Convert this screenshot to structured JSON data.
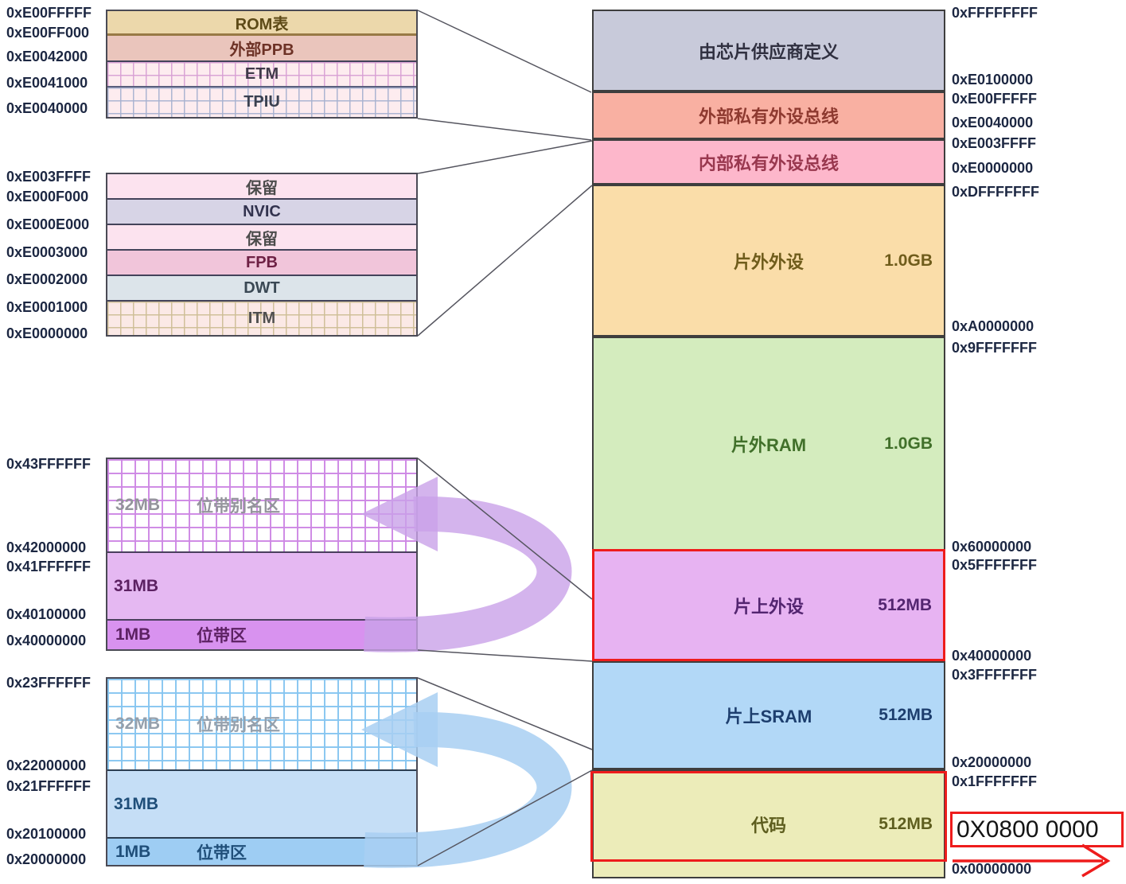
{
  "colors": {
    "highlight_red": "#ee1c1c",
    "bitband_arrow_purple": "#c9a1e9",
    "bitband_arrow_blue": "#a8cff2",
    "connector_gray": "#55555f"
  },
  "detail_external_ppb": {
    "rows": [
      {
        "label": "ROM表"
      },
      {
        "label": "外部PPB"
      },
      {
        "label": "ETM"
      },
      {
        "label": "TPIU"
      }
    ],
    "addresses": [
      "0xE00FFFFF",
      "0xE00FF000",
      "0xE0042000",
      "0xE0041000",
      "0xE0040000"
    ]
  },
  "detail_internal_ppb": {
    "rows": [
      {
        "label": "保留"
      },
      {
        "label": "NVIC"
      },
      {
        "label": "保留"
      },
      {
        "label": "FPB"
      },
      {
        "label": "DWT"
      },
      {
        "label": "ITM"
      }
    ],
    "addresses": [
      "0xE003FFFF",
      "0xE000F000",
      "0xE000E000",
      "0xE0003000",
      "0xE0002000",
      "0xE0001000",
      "0xE0000000"
    ]
  },
  "bitband_peripheral": {
    "alias_size": "32MB",
    "alias_label": "位带别名区",
    "middle_size": "31MB",
    "band_size": "1MB",
    "band_label": "位带区",
    "addresses": [
      "0x43FFFFFF",
      "0x42000000",
      "0x41FFFFFF",
      "0x40100000",
      "0x40000000"
    ]
  },
  "bitband_sram": {
    "alias_size": "32MB",
    "alias_label": "位带别名区",
    "middle_size": "31MB",
    "band_size": "1MB",
    "band_label": "位带区",
    "addresses": [
      "0x23FFFFFF",
      "0x22000000",
      "0x21FFFFFF",
      "0x20100000",
      "0x20000000"
    ]
  },
  "memory_map": {
    "regions": [
      {
        "label": "由芯片供应商定义",
        "size": ""
      },
      {
        "label": "外部私有外设总线",
        "size": ""
      },
      {
        "label": "内部私有外设总线",
        "size": ""
      },
      {
        "label": "片外外设",
        "size": "1.0GB"
      },
      {
        "label": "片外RAM",
        "size": "1.0GB"
      },
      {
        "label": "片上外设",
        "size": "512MB"
      },
      {
        "label": "片上SRAM",
        "size": "512MB"
      },
      {
        "label": "代码",
        "size": "512MB"
      }
    ],
    "addresses": [
      "0xFFFFFFFF",
      "0xE0100000",
      "0xE00FFFFF",
      "0xE0040000",
      "0xE003FFFF",
      "0xE0000000",
      "0xDFFFFFFF",
      "0xA0000000",
      "0x9FFFFFFF",
      "0x60000000",
      "0x5FFFFFFF",
      "0x40000000",
      "0x3FFFFFFF",
      "0x20000000",
      "0x1FFFFFFF",
      "0x00000000"
    ]
  },
  "annotation": {
    "flash_base_address": "0X0800 0000"
  }
}
